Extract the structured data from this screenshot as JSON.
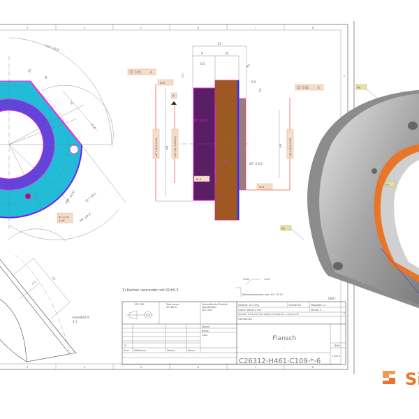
{
  "colors": {
    "cyan": "#22bcd8",
    "purple": "#6244d8",
    "magenta": "#ff1ee6",
    "brown": "#9a5a22",
    "section_purple": "#5a1e66",
    "orange": "#e8752a",
    "model_grey": "#9a9a9a"
  },
  "frame": {
    "top_columns": [
      "3",
      "4",
      "5",
      "6",
      "7",
      "8"
    ],
    "bottom_columns": [
      "3",
      "4",
      "5",
      "6",
      "7",
      "8"
    ],
    "right_rows": [
      "E",
      "F"
    ]
  },
  "front_view": {
    "angle_top": "110° ±0.5°",
    "radius": "R1",
    "detail_ref": "X",
    "dim_12": "12",
    "dim_11_6": "11.6",
    "angle_100": "100° ±0.5°",
    "dim_23_7": "23.7 ±0.1",
    "angle_39": "39° ±0.5°",
    "hole_tag_1": "ø3.1 (3x)",
    "hole_tag_2": "ø1.6F"
  },
  "section_view": {
    "dim_22": "22",
    "dim_9": "9",
    "dim_10": "10",
    "dim_05_a": "0.5",
    "dim_05_b": "0.5",
    "dim_r1": "R1",
    "angle_a": "15°",
    "angle_b": "15°",
    "chamfer_a": "45° X 0.5",
    "chamfer_b": "45° X 0.5",
    "dim_r05": "R0.5",
    "tol_left": "0.05",
    "tol_left_datum": "A",
    "tol_right": "0.05",
    "tol_right_datum": "A",
    "datum": "A",
    "d47": "⌀47 h11(0/-0.05)",
    "d44": "⌀44",
    "d32": "⌀32 H6(+0.016/0)",
    "d28": "⌀28",
    "d38": "⌀38 h11(0/-0.05)",
    "rough_a": "Rz 6",
    "rough_b": "Rz 6",
    "rough_c": "Rz 6"
  },
  "detail_view": {
    "dim_01": "0.1",
    "dim_3": "(3)",
    "title": "Einzelheit X",
    "scale": "4:1"
  },
  "notes": {
    "note_1": "1) Kanten verrundet mit R1±0.5",
    "edge_plus": "+0.05",
    "edge_minus": "-0.05",
    "edge_label": "Werkstueckkanten nach ISO 13715",
    "surface": "Obfl.-"
  },
  "title_block": {
    "iso": "ISO 128",
    "tol_label": "Toleranzen:",
    "tol_value": "ISO 8015",
    "gps_1": "Geometrische Produkt",
    "gps_2": "Spezifikation",
    "gps_3": "ISO 1101",
    "weight": "Gewicht: 0.174 kg",
    "format": "Format A3",
    "scale": "Massstab 2:1",
    "dims": "LxBxH: Ø62x22 mm",
    "version": "Version 2-",
    "material": "Werkstoff: Rd EN 10270-EN 10088-3-X10CrNiS18-9 (1.4305)+C700",
    "surfaces": "Oberflächen -",
    "date": "Datum",
    "name": "Name",
    "checked": "Gepr.",
    "rev_state": "24",
    "rev_h1": "Zust",
    "rev_h2": "Mitteilung",
    "rev_h3": "Datum",
    "rev_h4": "Name",
    "dash_top": "-",
    "title": "Flansch",
    "dash_bottom": "-",
    "sheet_label": "Blatt",
    "sheet_value": "1 von 1",
    "drawing_number": "C26312-H461-C109-*-6"
  },
  "model": {
    "tag_1": "MS",
    "tag_2": "M3",
    "tag_3": "MS"
  },
  "logo": {
    "text": "Si"
  }
}
